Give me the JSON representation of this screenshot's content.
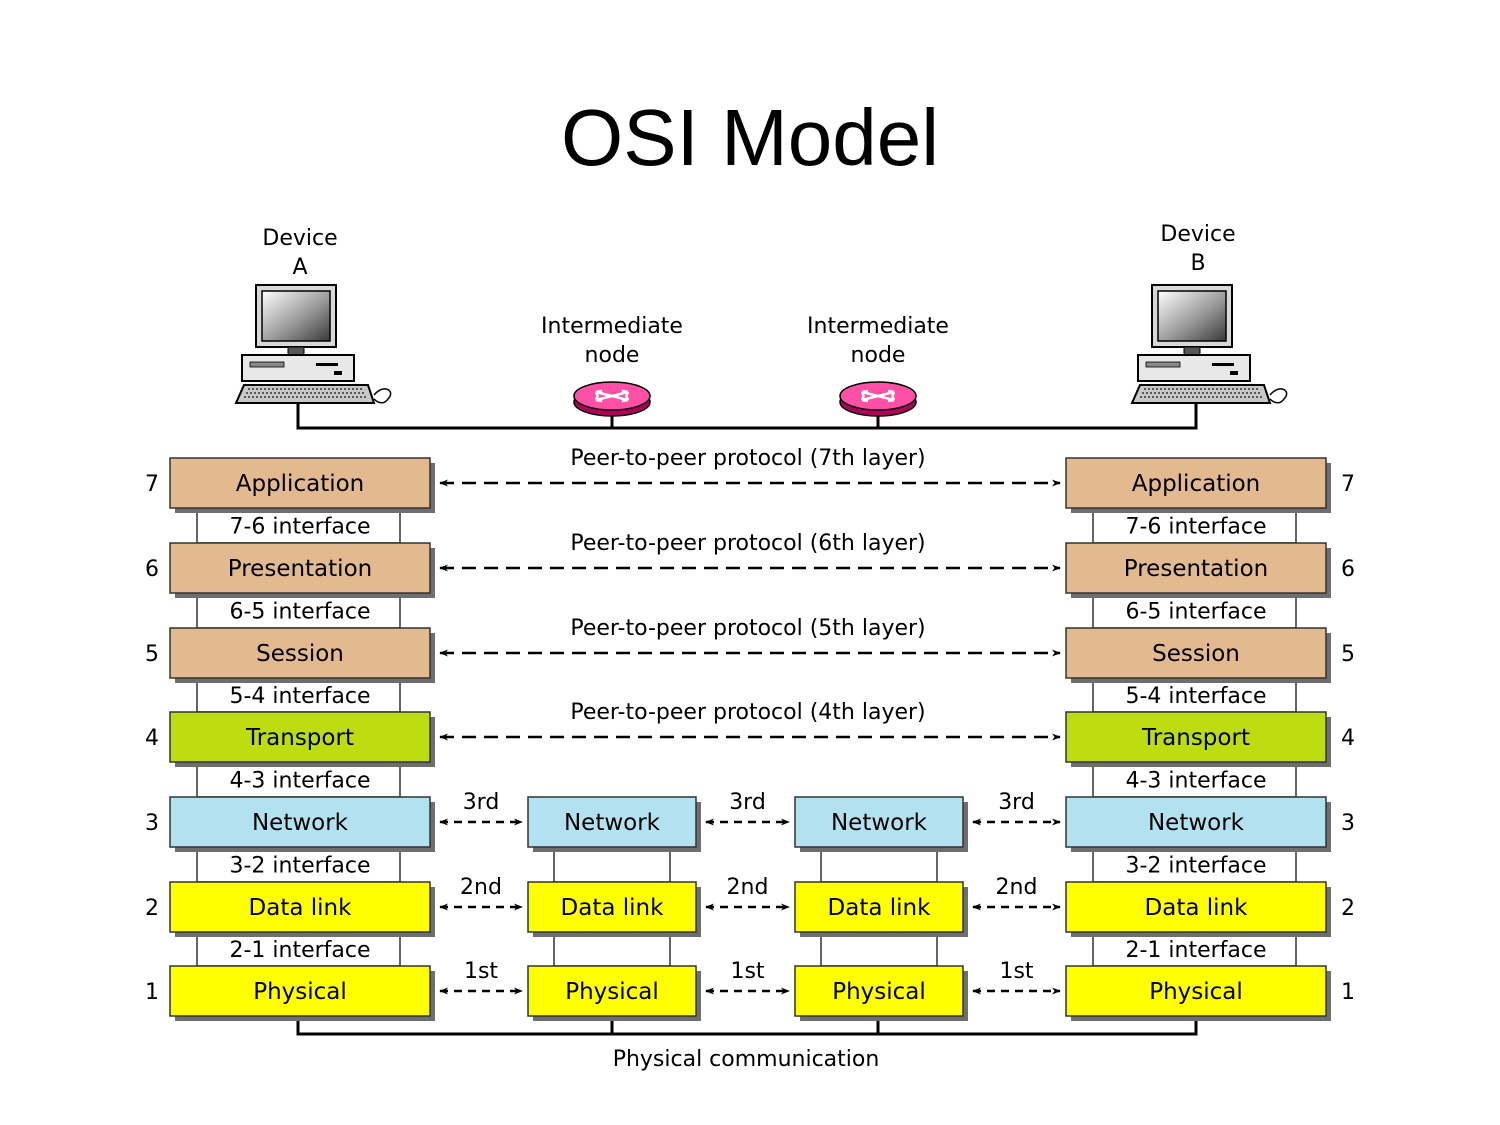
{
  "title": "OSI Model",
  "devices": {
    "a": {
      "line1": "Device",
      "line2": "A"
    },
    "b": {
      "line1": "Device",
      "line2": "B"
    }
  },
  "intermediate_nodes": [
    {
      "line1": "Intermediate",
      "line2": "node"
    },
    {
      "line1": "Intermediate",
      "line2": "node"
    }
  ],
  "layers": [
    {
      "num": "7",
      "name": "Application",
      "color": "#e3b98f"
    },
    {
      "num": "6",
      "name": "Presentation",
      "color": "#e3b98f"
    },
    {
      "num": "5",
      "name": "Session",
      "color": "#e3b98f"
    },
    {
      "num": "4",
      "name": "Transport",
      "color": "#bddd10"
    },
    {
      "num": "3",
      "name": "Network",
      "color": "#b2e2ef"
    },
    {
      "num": "2",
      "name": "Data link",
      "color": "#ffff00"
    },
    {
      "num": "1",
      "name": "Physical",
      "color": "#ffff00"
    }
  ],
  "interfaces": [
    "7-6 interface",
    "6-5 interface",
    "5-4 interface",
    "4-3 interface",
    "3-2 interface",
    "2-1 interface"
  ],
  "peer_protocols": [
    "Peer-to-peer protocol (7th layer)",
    "Peer-to-peer protocol (6th layer)",
    "Peer-to-peer protocol (5th layer)",
    "Peer-to-peer protocol (4th layer)"
  ],
  "hop_labels": {
    "network": "3rd",
    "datalink": "2nd",
    "physical": "1st"
  },
  "intermediate_layers": [
    "Network",
    "Data link",
    "Physical"
  ],
  "bottom_label": "Physical communication"
}
